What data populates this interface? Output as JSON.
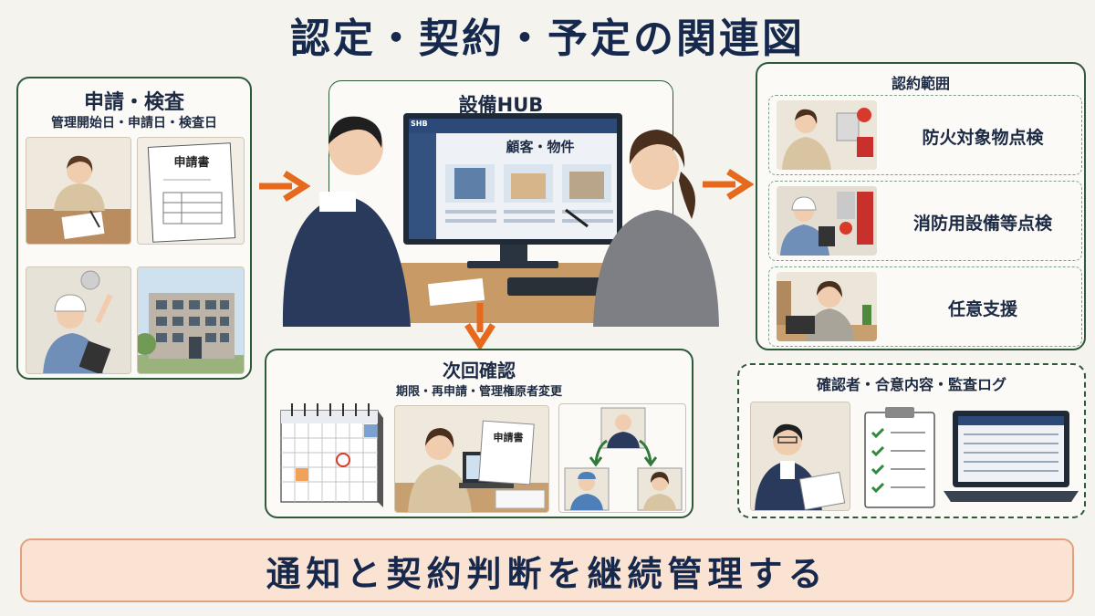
{
  "title": "認定・契約・予定の関連図",
  "left_panel": {
    "title": "申請・検査",
    "subtitle": "管理開始日・申請日・検査日",
    "form_title": "申請書"
  },
  "hub": {
    "title": "設備HUB",
    "screen_heading": "顧客・物件",
    "logo": "SHB"
  },
  "scope_panel": {
    "title": "認約範囲",
    "items": [
      {
        "label": "防火対象物点検"
      },
      {
        "label": "消防用設備等点検"
      },
      {
        "label": "任意支援"
      }
    ]
  },
  "next_panel": {
    "title": "次回確認",
    "subtitle": "期限・再申請・管理権原者変更",
    "form_title": "申請書"
  },
  "log_panel": {
    "title": "確認者・合意内容・監査ログ"
  },
  "banner": "通知と契約判断を継続管理する",
  "colors": {
    "panel_border": "#2f5a3a",
    "arrow": "#e66a1e",
    "title": "#16294d",
    "banner_bg": "#fbe3d3"
  }
}
